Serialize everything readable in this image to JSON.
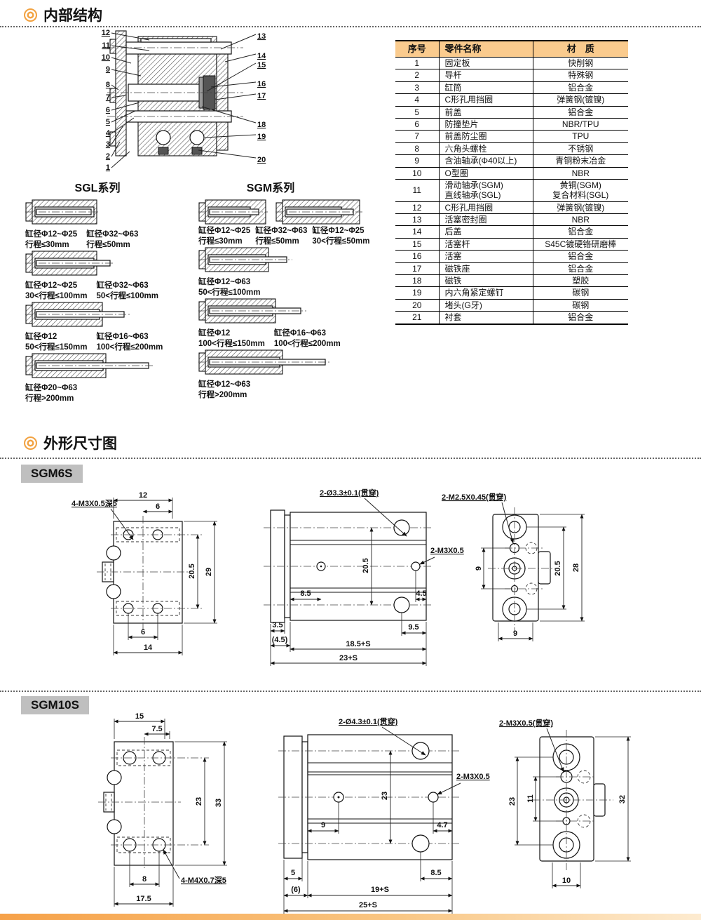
{
  "colors": {
    "accent": "#F2A241",
    "table_header_bg": "#FACB8E",
    "series_label_bg": "#BFBFBF"
  },
  "sections": {
    "internal_title": "内部结构",
    "dimensions_title": "外形尺寸图"
  },
  "internal": {
    "callouts_left": [
      "12",
      "11",
      "10",
      "9",
      "8",
      "7",
      "6",
      "5",
      "4",
      "3",
      "2",
      "1"
    ],
    "callouts_right": [
      "13",
      "14",
      "15",
      "16",
      "17",
      "18",
      "19",
      "20"
    ],
    "table": {
      "headers": [
        "序号",
        "零件名称",
        "材　质"
      ],
      "rows": [
        [
          "1",
          "固定板",
          "快削钢"
        ],
        [
          "2",
          "导杆",
          "特殊钢"
        ],
        [
          "3",
          "缸筒",
          "铝合金"
        ],
        [
          "4",
          "C形孔用挡圈",
          "弹簧钢(镀镍)"
        ],
        [
          "5",
          "前盖",
          "铝合金"
        ],
        [
          "6",
          "防撞垫片",
          "NBR/TPU"
        ],
        [
          "7",
          "前盖防尘圈",
          "TPU"
        ],
        [
          "8",
          "六角头螺栓",
          "不锈钢"
        ],
        [
          "9",
          "含油轴承(Φ40以上)",
          "青铜粉末冶金"
        ],
        [
          "10",
          "O型圈",
          "NBR"
        ],
        [
          "11",
          "滑动轴承(SGM)\n直线轴承(SGL)",
          "黄铜(SGM)\n复合材料(SGL)"
        ],
        [
          "12",
          "C形孔用挡圈",
          "弹簧钢(镀镍)"
        ],
        [
          "13",
          "活塞密封圈",
          "NBR"
        ],
        [
          "14",
          "后盖",
          "铝合金"
        ],
        [
          "15",
          "活塞杆",
          "S45C镀硬铬研磨棒"
        ],
        [
          "16",
          "活塞",
          "铝合金"
        ],
        [
          "17",
          "磁铁座",
          "铝合金"
        ],
        [
          "18",
          "磁铁",
          "塑胶"
        ],
        [
          "19",
          "内六角紧定螺钉",
          "碳钢"
        ],
        [
          "20",
          "堵头(G牙)",
          "碳钢"
        ],
        [
          "21",
          "衬套",
          "铝合金"
        ]
      ]
    }
  },
  "sgl": {
    "title": "SGL系列",
    "rows": [
      {
        "labels": [
          {
            "l1": "缸径Φ12~Φ25",
            "l2": "行程≤30mm"
          },
          {
            "l1": "缸径Φ32~Φ63",
            "l2": "行程≤50mm"
          }
        ]
      },
      {
        "labels": [
          {
            "l1": "缸径Φ12~Φ25",
            "l2": "30<行程≤100mm"
          },
          {
            "l1": "缸径Φ32~Φ63",
            "l2": "50<行程≤100mm"
          }
        ]
      },
      {
        "labels": [
          {
            "l1": "缸径Φ12",
            "l2": "50<行程≤150mm"
          },
          {
            "l1": "缸径Φ16~Φ63",
            "l2": "100<行程≤200mm"
          }
        ]
      },
      {
        "labels": [
          {
            "l1": "缸径Φ20~Φ63",
            "l2": "行程>200mm"
          }
        ]
      }
    ]
  },
  "sgm": {
    "title": "SGM系列",
    "rows": [
      {
        "labels": [
          {
            "l1": "缸径Φ12~Φ25",
            "l2": "行程≤30mm"
          },
          {
            "l1": "缸径Φ32~Φ63",
            "l2": "行程≤50mm"
          },
          {
            "l1": "缸径Φ12~Φ25",
            "l2": "30<行程≤50mm"
          }
        ]
      },
      {
        "labels": [
          {
            "l1": "缸径Φ12~Φ63",
            "l2": "50<行程≤100mm"
          }
        ]
      },
      {
        "labels": [
          {
            "l1": "缸径Φ12",
            "l2": "100<行程≤150mm"
          },
          {
            "l1": "缸径Φ16~Φ63",
            "l2": "100<行程≤200mm"
          }
        ]
      },
      {
        "labels": [
          {
            "l1": "缸径Φ12~Φ63",
            "l2": "行程>200mm"
          }
        ]
      }
    ]
  },
  "sgm6s": {
    "label": "SGM6S",
    "front": {
      "d_top_w": "12",
      "d_top_inner": "6",
      "thread": "4-M3X0.5深5",
      "d_hole_v": "20.5",
      "d_h": "29",
      "d_bot_inner": "6",
      "d_bot_w": "14"
    },
    "side": {
      "hole_top": "2-Ø3.3±0.1(贯穿)",
      "thread_side": "2-M3X0.5",
      "d_ports": "20.5",
      "d_left": "8.5",
      "d_right": "4.5",
      "d_plate": "3.5",
      "d_gap": "(4.5)",
      "d_bot": "9.5",
      "d_body": "18.5+S",
      "d_total": "23+S"
    },
    "end": {
      "thread_through": "2-M2.5X0.45(贯穿)",
      "d_small_v": "9",
      "d_hole_v": "20.5",
      "d_h": "28",
      "d_bot": "9"
    }
  },
  "sgm10s": {
    "label": "SGM10S",
    "front": {
      "d_top_w": "15",
      "d_top_inner": "7.5",
      "d_hole_v": "23",
      "d_h": "33",
      "d_bot_inner": "8",
      "d_bot_w": "17.5",
      "thread": "4-M4X0.7深5"
    },
    "side": {
      "hole_top": "2-Ø4.3±0.1(贯穿)",
      "thread_side": "2-M3X0.5",
      "d_ports": "23",
      "d_left": "9",
      "d_right": "4.7",
      "d_plate": "5",
      "d_gap": "(6)",
      "d_bot": "8.5",
      "d_body": "19+S",
      "d_total": "25+S"
    },
    "end": {
      "thread_through": "2-M3X0.5(贯穿)",
      "d_hole_v": "23",
      "d_small_v": "11",
      "d_h": "32",
      "d_bot": "10"
    }
  }
}
